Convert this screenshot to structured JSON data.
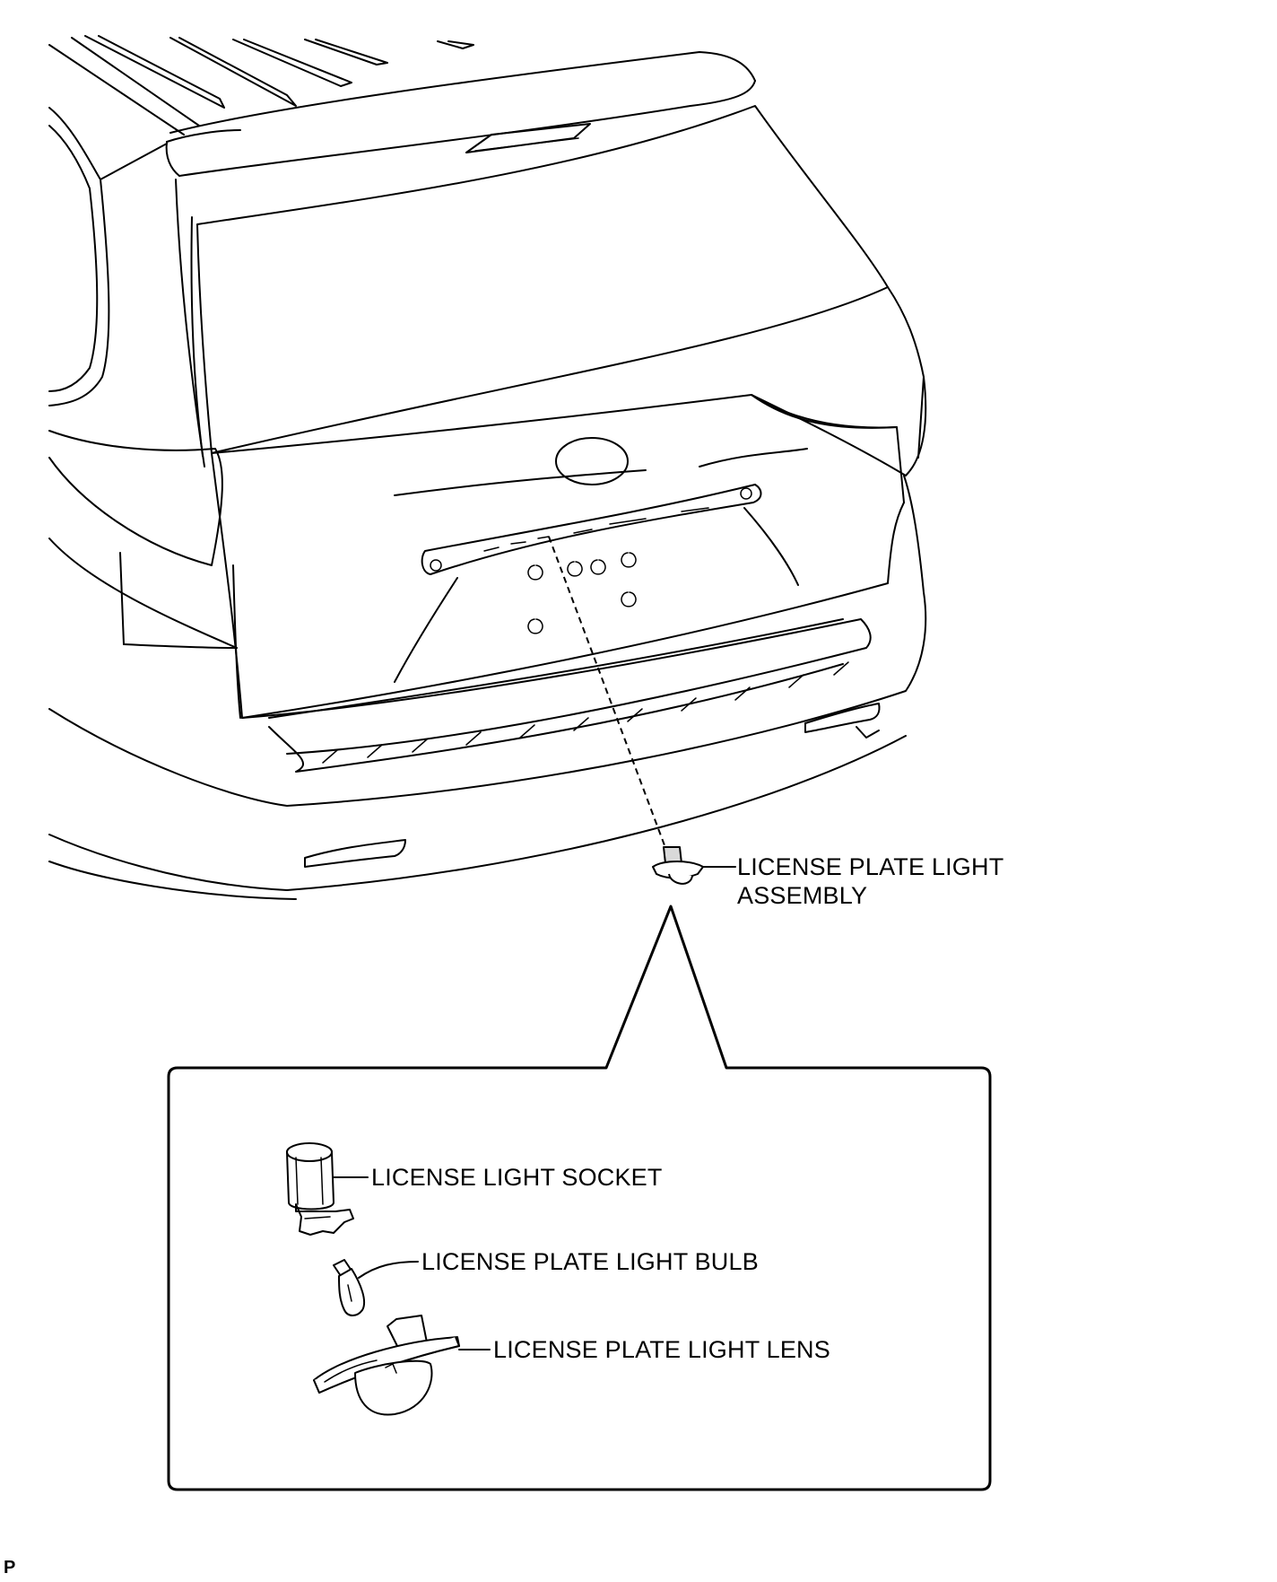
{
  "labels": {
    "assembly_line1": "LICENSE PLATE LIGHT",
    "assembly_line2": "ASSEMBLY",
    "socket": "LICENSE LIGHT SOCKET",
    "bulb": "LICENSE PLATE LIGHT BULB",
    "lens": "LICENSE PLATE LIGHT LENS"
  },
  "corner_mark": "P"
}
